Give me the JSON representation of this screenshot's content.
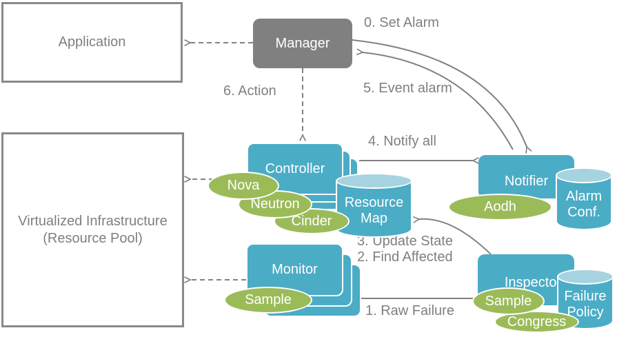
{
  "nodes": {
    "application": {
      "label": "Application"
    },
    "virtualized_infrastructure": {
      "label": "Virtualized  Infrastructure\n(Resource Pool)"
    },
    "manager": {
      "label": "Manager"
    },
    "controller": {
      "label": "Controller"
    },
    "monitor": {
      "label": "Monitor"
    },
    "notifier": {
      "label": "Notifier"
    },
    "inspector": {
      "label": "Inspector"
    },
    "resource_map": {
      "label": "Resource\nMap"
    },
    "alarm_conf": {
      "label": "Alarm\nConf."
    },
    "failure_policy": {
      "label": "Failure\nPolicy"
    },
    "nova": {
      "label": "Nova"
    },
    "neutron": {
      "label": "Neutron"
    },
    "cinder": {
      "label": "Cinder"
    },
    "sample_monitor": {
      "label": "Sample"
    },
    "aodh": {
      "label": "Aodh"
    },
    "sample_inspector": {
      "label": "Sample"
    },
    "congress": {
      "label": "Congress"
    }
  },
  "flow_labels": {
    "set_alarm": "0. Set Alarm",
    "raw_failure": "1. Raw Failure",
    "find_affected": "2. Find Affected",
    "update_state": "3. Update State",
    "notify_all": "4. Notify all",
    "event_alarm": "5. Event alarm",
    "action": "6. Action"
  },
  "colors": {
    "teal_box": "#4BACC6",
    "cylinder_top": "#A7D3E1",
    "green_ellipse": "#9BBB59",
    "gray_box": "#808080",
    "outline_gray": "#898989",
    "text_gray": "#7F7F7F",
    "line_gray": "#808080",
    "label_on_shape": "#FFFFFF"
  }
}
